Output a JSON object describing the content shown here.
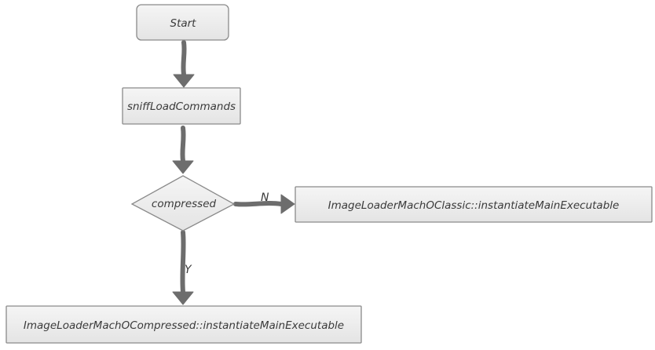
{
  "nodes": {
    "start": "Start",
    "sniff": "sniffLoadCommands",
    "decision": "compressed",
    "classic": "ImageLoaderMachOClassic::instantiateMainExecutable",
    "compressed_loader": "ImageLoaderMachOCompressed::instantiateMainExecutable"
  },
  "edges": {
    "no_label": "N",
    "yes_label": "Y"
  },
  "colors": {
    "box_top": "#f4f4f4",
    "box_bottom": "#e6e6e6",
    "border": "#8a8a8a",
    "arrow": "#6d6d6d",
    "text": "#3a3a3a"
  }
}
